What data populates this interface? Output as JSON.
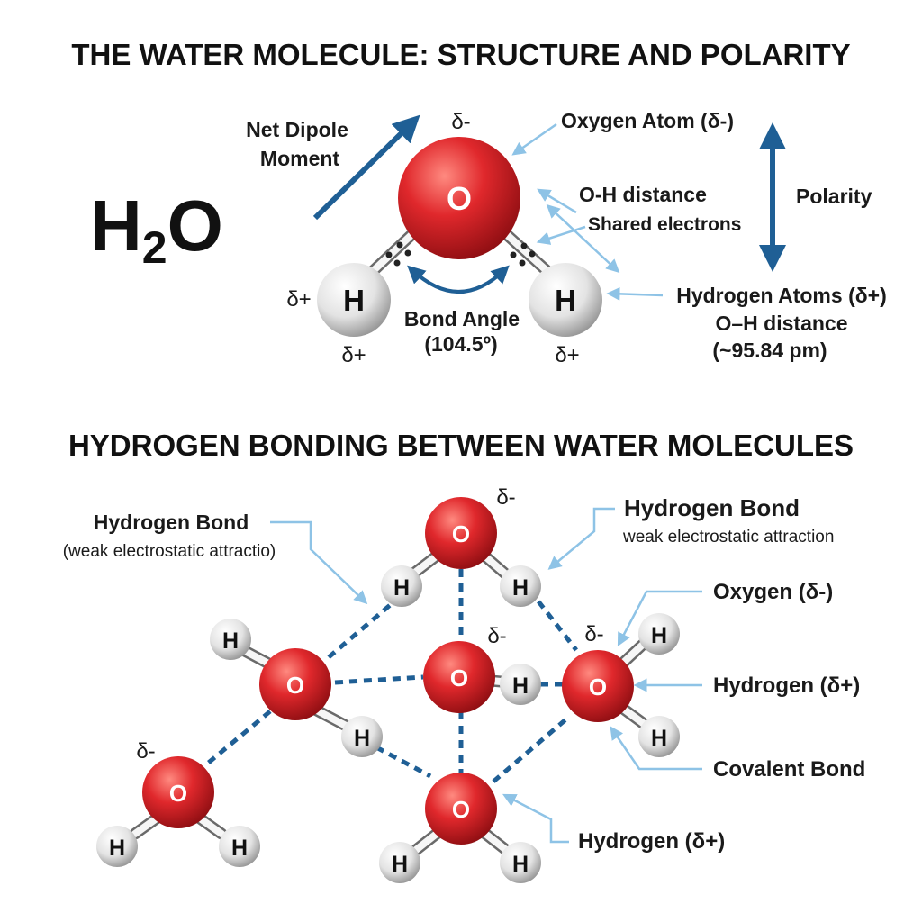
{
  "colors": {
    "oxygen": "#d8262a",
    "hydrogen": "#e6e6e6",
    "dipole_arrow": "#1f5f95",
    "hbond": "#1f5f95",
    "pointer": "#8ec3e6",
    "text": "#111111"
  },
  "top": {
    "title": "THE WATER MOLECULE: STRUCTURE AND POLARITY",
    "formula": {
      "h": "H",
      "sub": "2",
      "o": "O"
    },
    "net_dipole": {
      "line1": "Net Dipole",
      "line2": "Moment"
    },
    "delta_minus": "δ-",
    "delta_plus": "δ+",
    "oxygen_symbol": "O",
    "hydrogen_symbol": "H",
    "oxygen_atom_label": "Oxygen Atom (δ-)",
    "oh_distance_label": "O-H distance",
    "shared_electrons_label": "Shared electrons",
    "polarity_label": "Polarity",
    "hydrogen_atoms_label": {
      "line1": "Hydrogen Atoms (δ+)",
      "line2": "O–H distance",
      "line3": "(~95.84 pm)"
    },
    "bond_angle": {
      "line1": "Bond Angle",
      "line2": "(104.5º)"
    }
  },
  "bottom": {
    "title": "HYDROGEN BONDING BETWEEN WATER MOLECULES",
    "left_hbond": {
      "line1": "Hydrogen Bond",
      "line2": "(weak electrostatic attractio)"
    },
    "right_hbond": {
      "line1": "Hydrogen Bond",
      "line2": "weak electrostatic attraction"
    },
    "oxygen_label": "Oxygen (δ-)",
    "hydrogen_label": "Hydrogen (δ+)",
    "covalent_label": "Covalent Bond",
    "bottom_hydrogen_label": "Hydrogen (δ+)",
    "delta_minus": "δ-",
    "oxygen_symbol": "O",
    "hydrogen_symbol": "H"
  }
}
